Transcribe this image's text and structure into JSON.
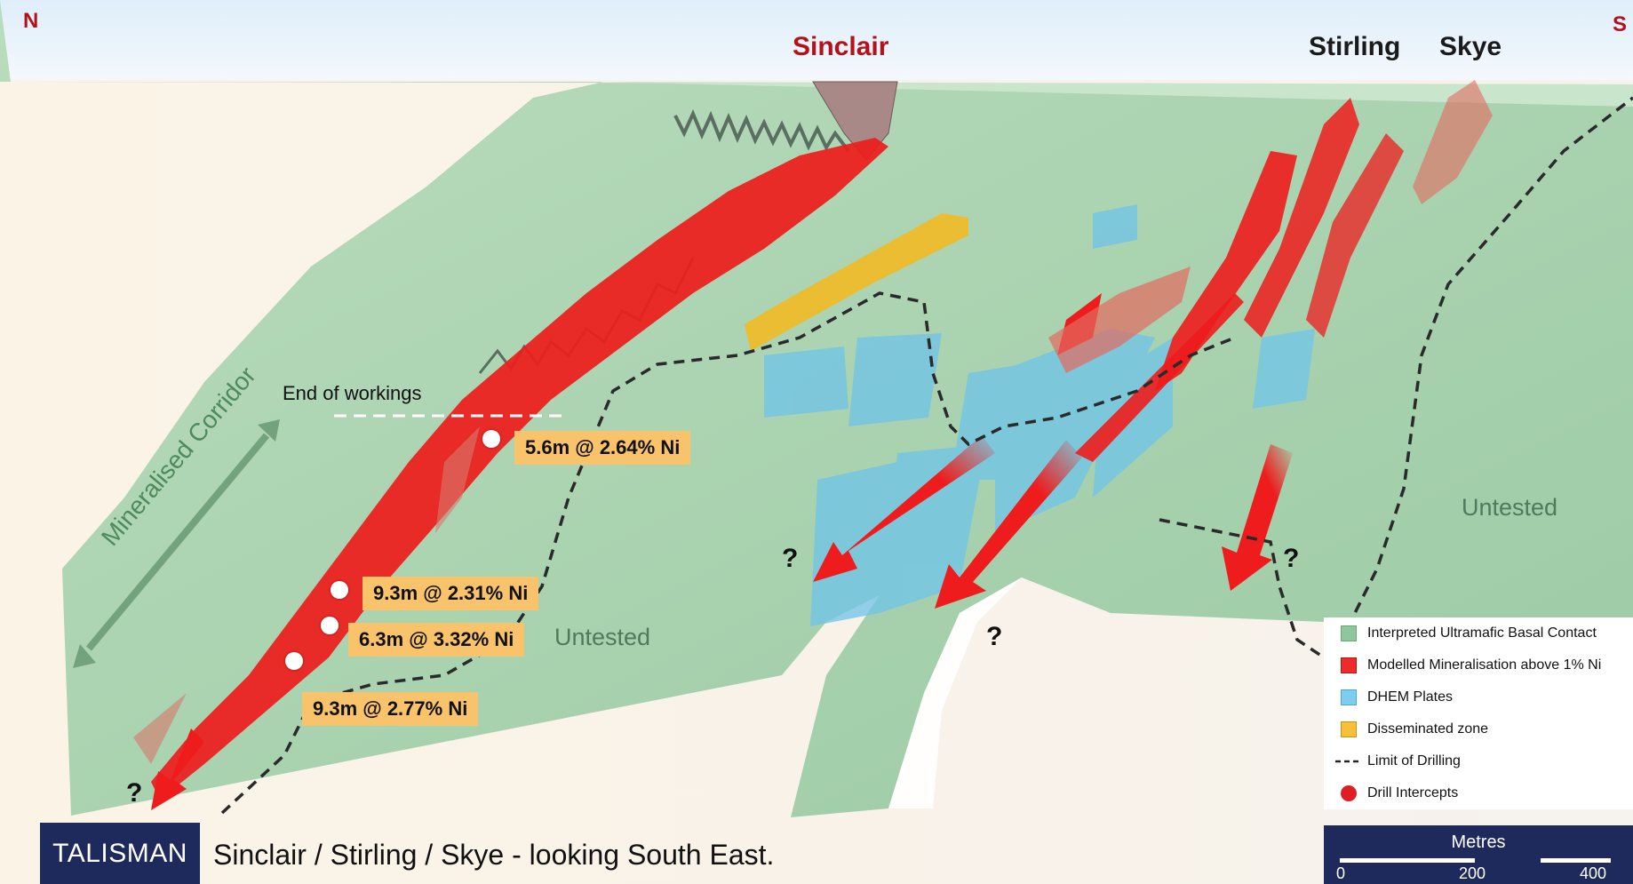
{
  "compass": {
    "north": "N",
    "south": "S"
  },
  "deposits": {
    "sinclair": "Sinclair",
    "stirling": "Stirling",
    "skye": "Skye"
  },
  "labels": {
    "end_of_workings": "End of workings",
    "mineralised_corridor": "Mineralised Corridor",
    "untested_left": "Untested",
    "untested_right": "Untested",
    "question_mark": "?"
  },
  "intercepts": [
    "5.6m @ 2.64% Ni",
    "9.3m @ 2.31% Ni",
    "6.3m @ 3.32% Ni",
    "9.3m @ 2.77% Ni"
  ],
  "legend": {
    "items": [
      {
        "label": "Interpreted Ultramafic Basal Contact",
        "color": "#8fc79a"
      },
      {
        "label": "Modelled Mineralisation above 1% Ni",
        "color": "#ee2a2a"
      },
      {
        "label": "DHEM Plates",
        "color": "#7ecdee"
      },
      {
        "label": "Disseminated zone",
        "color": "#f6c03a"
      },
      {
        "label": "Limit of Drilling",
        "color": "#222222"
      },
      {
        "label": "Drill Intercepts",
        "color": "#e11d24"
      }
    ]
  },
  "scale": {
    "title": "Metres",
    "ticks": [
      "0",
      "200",
      "400"
    ]
  },
  "footer": {
    "logo": "TALISMAN",
    "title": "Sinclair / Stirling / Skye - looking South East."
  },
  "colors": {
    "surface": "#a7d3ad",
    "mineralisation": "#ee1c1c",
    "dhem": "#6fc4ea",
    "disseminated": "#f5b81c",
    "callout": "#f8c36a",
    "brand_navy": "#1f2a5c"
  }
}
